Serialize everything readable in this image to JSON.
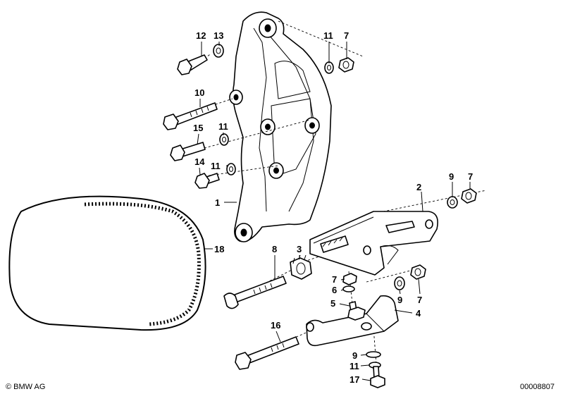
{
  "diagram": {
    "callouts": [
      "1",
      "2",
      "3",
      "4",
      "5",
      "6",
      "7",
      "8",
      "9",
      "10",
      "11",
      "12",
      "13",
      "14",
      "15",
      "16",
      "17",
      "18"
    ],
    "labels": {
      "p1": "1",
      "p2": "2",
      "p3": "3",
      "p4": "4",
      "p5": "5",
      "p6": "6",
      "p7a": "7",
      "p7b": "7",
      "p7c": "7",
      "p7d": "7",
      "p8": "8",
      "p9a": "9",
      "p9b": "9",
      "p9c": "9",
      "p10": "10",
      "p11a": "11",
      "p11b": "11",
      "p11c": "11",
      "p11d": "11",
      "p12": "12",
      "p13": "13",
      "p14": "14",
      "p15": "15",
      "p16": "16",
      "p17": "17",
      "p18": "18"
    }
  },
  "footer": {
    "copyright": "© BMW AG",
    "diagram_number": "00008807"
  }
}
